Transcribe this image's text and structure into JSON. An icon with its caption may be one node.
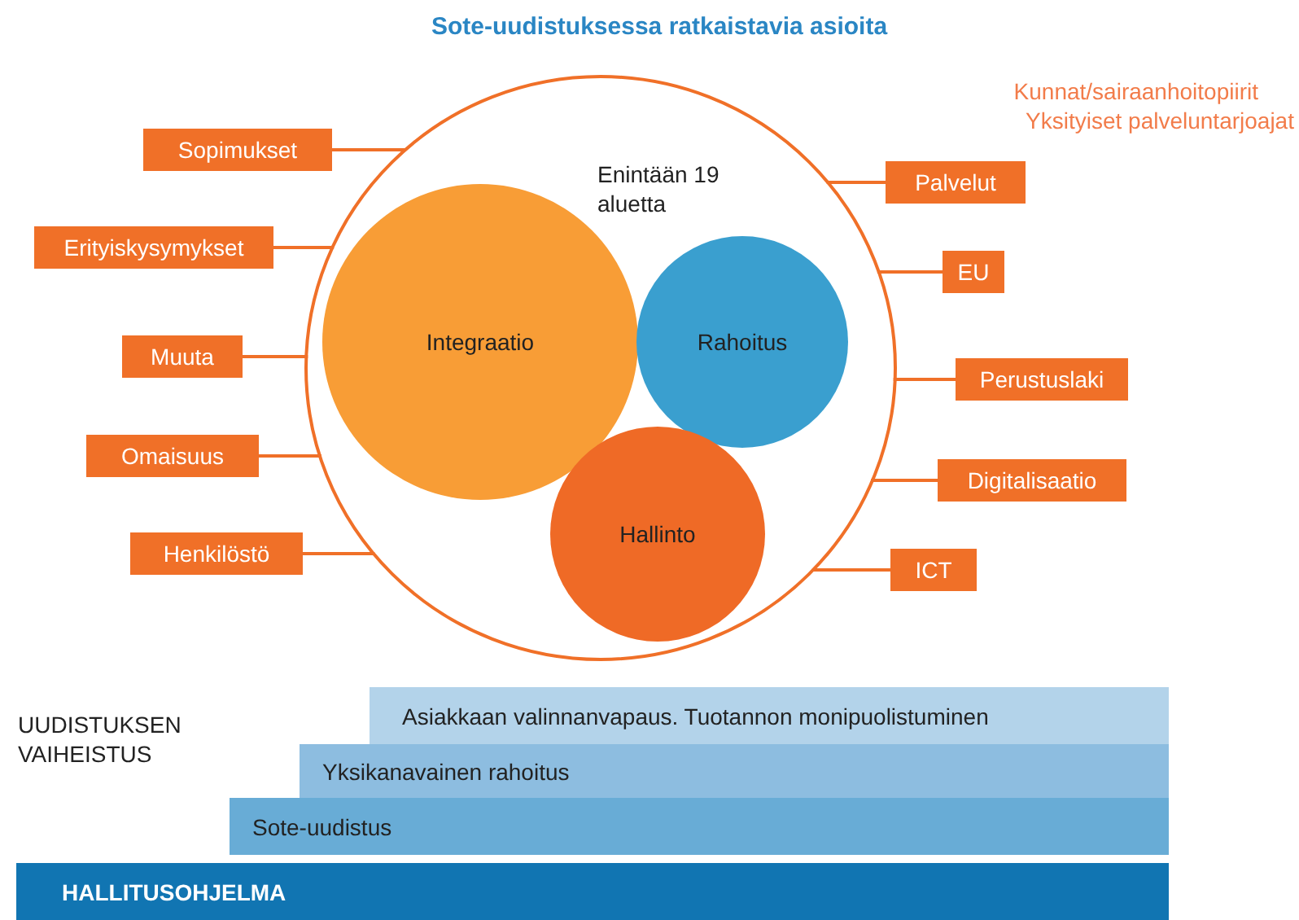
{
  "diagram": {
    "title": "Sote-uudistuksessa ratkaistavia asioita",
    "nodes": [
      {
        "text": [
          "Enintään 19 aluetta"
        ]
      },
      {
        "text": [
          "Integraatio"
        ],
        "in": 0
      },
      {
        "text": [
          "Rahoitus"
        ],
        "in": 0
      },
      {
        "text": [
          "Hallinto"
        ],
        "in": 0
      },
      {
        "text": [
          "Sopimukset"
        ]
      },
      {
        "text": [
          "Palvelut"
        ]
      },
      {
        "text": [
          "Erityiskysymykset"
        ]
      },
      {
        "text": [
          "EU"
        ]
      },
      {
        "text": [
          "Muuta"
        ]
      },
      {
        "text": [
          "Perustuslaki"
        ]
      },
      {
        "text": [
          "Omaisuus"
        ]
      },
      {
        "text": [
          "Digitalisaatio"
        ]
      },
      {
        "text": [
          "Henkilöstö"
        ]
      },
      {
        "text": [
          "ICT"
        ]
      },
      {
        "text": [
          "Asiakkaan valinnanvapaus. Tuotannon monipuolistuminen"
        ]
      },
      {
        "text": [
          "Yksikanavainen rahoitus"
        ]
      },
      {
        "text": [
          "Sote-uudistus"
        ]
      },
      {
        "text": [
          "HALLITUSOHJELMA"
        ]
      }
    ],
    "edges": [
      {
        "from": 4,
        "to": 0,
        "arrow": "none"
      },
      {
        "from": 5,
        "to": 0,
        "arrow": "none"
      },
      {
        "from": 6,
        "to": 0,
        "arrow": "none"
      },
      {
        "from": 7,
        "to": 0,
        "arrow": "none"
      },
      {
        "from": 8,
        "to": 0,
        "arrow": "none"
      },
      {
        "from": 9,
        "to": 0,
        "arrow": "none"
      },
      {
        "from": 10,
        "to": 0,
        "arrow": "none"
      },
      {
        "from": 11,
        "to": 0,
        "arrow": "none"
      },
      {
        "from": 12,
        "to": 0,
        "arrow": "none"
      },
      {
        "from": 13,
        "to": 0,
        "arrow": "none"
      }
    ],
    "labels": [
      "Kunnat/sairaanhoitopiirit",
      "Yksityiset palveluntarjoajat",
      "UUDISTUKSEN VAIHEISTUS"
    ]
  }
}
